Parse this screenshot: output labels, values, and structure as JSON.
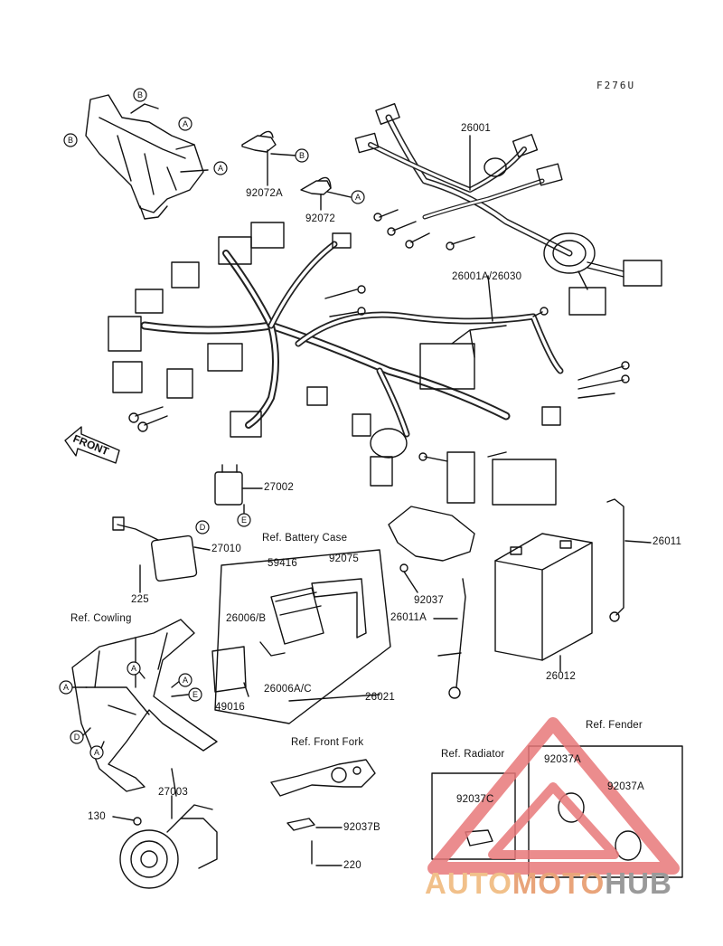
{
  "figure_code": "F276U",
  "front_label": "FRONT",
  "letters": {
    "a": "A",
    "b": "B",
    "d": "D",
    "e": "E"
  },
  "parts": {
    "p26001": "26001",
    "p92072A": "92072A",
    "p92072": "92072",
    "p26001A": "26001A/26030",
    "p27002": "27002",
    "p27010": "27010",
    "p225": "225",
    "p59416": "59416",
    "p92075": "92075",
    "p26006B": "26006/B",
    "p26006AC": "26006A/C",
    "p49016": "49016",
    "p26021": "26021",
    "p92037": "92037",
    "p26011A": "26011A",
    "p26011": "26011",
    "p26012": "26012",
    "p27003": "27003",
    "p130": "130",
    "p92037B": "92037B",
    "p220": "220",
    "p92037C": "92037C",
    "p92037A_1": "92037A",
    "p92037A_2": "92037A"
  },
  "refs": {
    "battery_case": "Ref. Battery Case",
    "cowling": "Ref. Cowling",
    "front_fork": "Ref. Front Fork",
    "radiator": "Ref. Radiator",
    "fender": "Ref. Fender"
  },
  "watermark": {
    "auto": "AUTO",
    "moto": "MOTO",
    "hub": "HUB"
  },
  "colors": {
    "line": "#111111",
    "watermark_red": "#e8787a",
    "watermark_orange": "#f1c08a",
    "watermark_gray": "#9a9a9a"
  }
}
